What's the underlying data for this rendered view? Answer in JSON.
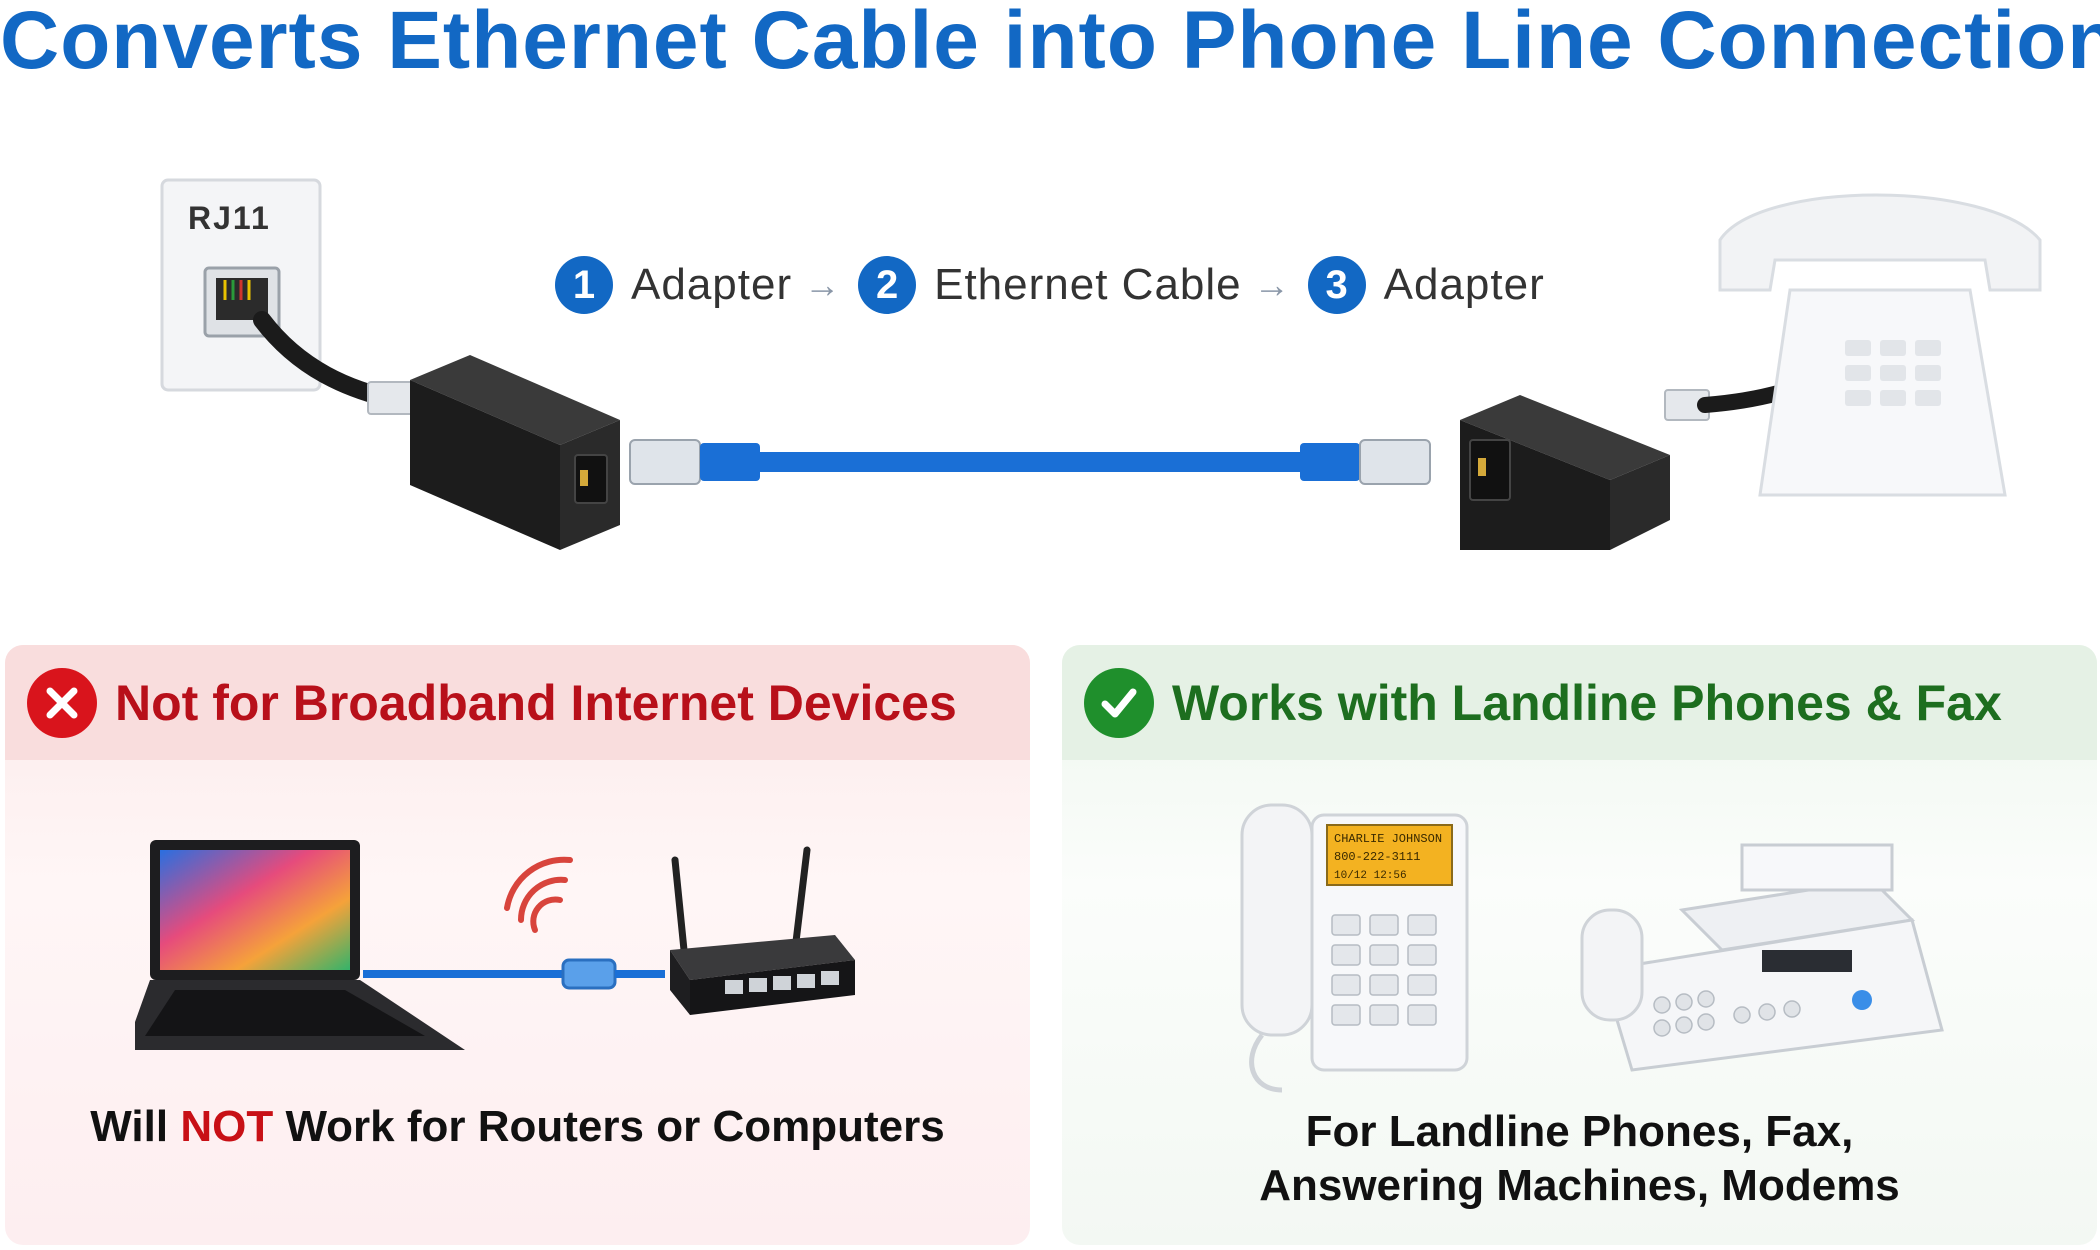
{
  "title": "Converts Ethernet Cable into Phone Line Connection",
  "diagram": {
    "wall_jack_label": "RJ11",
    "steps": [
      {
        "number": "1",
        "label": "Adapter"
      },
      {
        "number": "2",
        "label": "Ethernet Cable"
      },
      {
        "number": "3",
        "label": "Adapter"
      }
    ]
  },
  "panels": {
    "not_supported": {
      "icon": "x-circle-icon",
      "heading": "Not for Broadband Internet Devices",
      "caption_prefix": "Will ",
      "caption_emphasis": "NOT",
      "caption_suffix": " Work for Routers or Computers"
    },
    "supported": {
      "icon": "check-circle-icon",
      "heading": "Works with Landline Phones & Fax",
      "caption_line1": "For Landline Phones, Fax,",
      "caption_line2": "Answering Machines, Modems",
      "phone_display": [
        "CHARLIE JOHNSON",
        "800-222-3111",
        "10/12 12:56"
      ]
    }
  },
  "colors": {
    "title_blue": "#1268c4",
    "negative_red": "#b8101a",
    "positive_green": "#1d6e1f",
    "cable_blue": "#1a6fd6"
  }
}
